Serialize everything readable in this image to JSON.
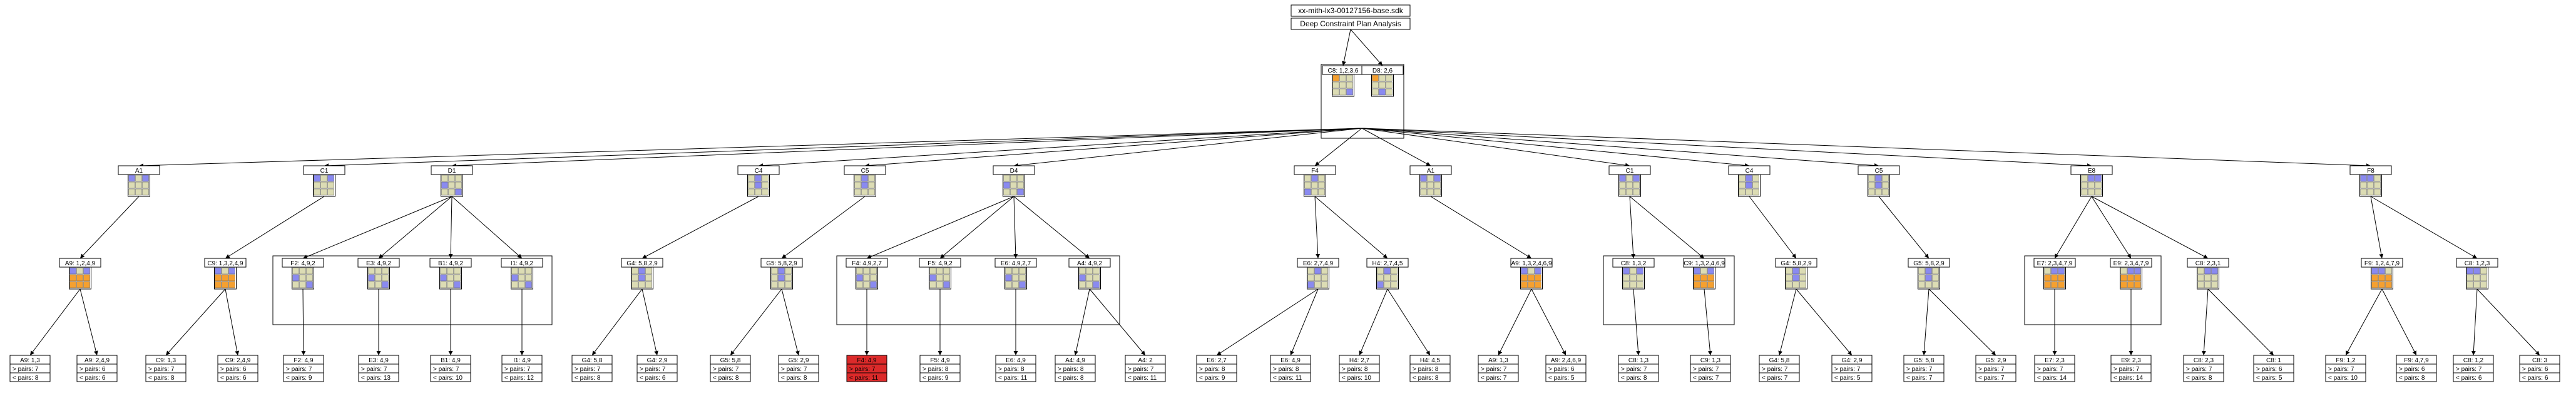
{
  "header": {
    "id": "xx-mith-lx3-00127156-base.sdk",
    "subtitle": "Deep Constraint Plan Analysis"
  },
  "colors": {
    "cell": "#dcdcb4",
    "blue": "#8a8af0",
    "orange": "#f5a030",
    "gray": "#c8c8c8",
    "red": "#dc2a2a"
  },
  "root": [
    {
      "label": "C8: 1,2,3,6",
      "grid": [
        "O..",
        "...",
        "..B"
      ]
    },
    {
      "label": "D8: 2,6",
      "grid": [
        "O..",
        "...",
        ".B."
      ]
    }
  ],
  "level1": [
    {
      "label": "A1",
      "grid": [
        "B.B",
        "...",
        "..."
      ]
    },
    {
      "label": "C1",
      "grid": [
        "B.B",
        "...",
        "..."
      ]
    },
    {
      "label": "D1",
      "grid": [
        "...",
        "B..",
        "..B"
      ]
    },
    {
      "label": "C4",
      "grid": [
        ".B.",
        ".B.",
        "..."
      ]
    },
    {
      "label": "C5",
      "grid": [
        ".B.",
        ".B.",
        "..."
      ]
    },
    {
      "label": "D4",
      "grid": [
        "...",
        "B..",
        "..B"
      ]
    },
    {
      "label": "F4",
      "grid": [
        ".B.",
        "...",
        "B.."
      ]
    },
    {
      "label": "A1",
      "grid": [
        "B.B",
        "...",
        "..."
      ]
    },
    {
      "label": "C1",
      "grid": [
        "B.B",
        "...",
        "..."
      ]
    },
    {
      "label": "C4",
      "grid": [
        ".B.",
        ".B.",
        "..."
      ]
    },
    {
      "label": "C5",
      "grid": [
        ".B.",
        ".B.",
        "..."
      ]
    },
    {
      "label": "E8",
      "grid": [
        ".BB",
        "...",
        "..."
      ]
    },
    {
      "label": "F8",
      "grid": [
        "BB.",
        "...",
        "..."
      ]
    }
  ],
  "level2": [
    {
      "label": "A9: 1,2,4,9",
      "grid": [
        "B.B",
        "OOO",
        "OOO"
      ]
    },
    {
      "label": "C9: 1,3,2,4,9",
      "grid": [
        "B.B",
        "OOO",
        "OOO"
      ]
    },
    {
      "label": "F2: 4,9,2",
      "grid": [
        "...",
        "B..",
        "..B"
      ]
    },
    {
      "label": "E3: 4,9,2",
      "grid": [
        "...",
        "B..",
        "..B"
      ]
    },
    {
      "label": "B1: 4,9,2",
      "grid": [
        "...",
        "B..",
        "..B"
      ]
    },
    {
      "label": "I1: 4,9,2",
      "grid": [
        "...",
        "B..",
        "..B"
      ]
    },
    {
      "label": "G4: 5,8,2,9",
      "grid": [
        ".B.",
        ".B.",
        "..."
      ]
    },
    {
      "label": "G5: 5,8,2,9",
      "grid": [
        ".B.",
        ".B.",
        "..."
      ]
    },
    {
      "label": "F4: 4,9,2,7",
      "grid": [
        "...",
        "B..",
        "..B"
      ]
    },
    {
      "label": "F5: 4,9,2",
      "grid": [
        "...",
        "B..",
        "..B"
      ]
    },
    {
      "label": "E6: 4,9,2,7",
      "grid": [
        "...",
        "B..",
        "..B"
      ]
    },
    {
      "label": "A4: 4,9,2",
      "grid": [
        "...",
        "B..",
        "..B"
      ]
    },
    {
      "label": "E6: 2,7,4,9",
      "grid": [
        ".B.",
        "...",
        "B.."
      ]
    },
    {
      "label": "H4: 2,7,4,5",
      "grid": [
        ".B.",
        "...",
        "B.."
      ]
    },
    {
      "label": "A9: 1,3,2,4,6,9",
      "grid": [
        "B.B",
        "OOO",
        "OOO"
      ]
    },
    {
      "label": "C8: 1,3,2",
      "grid": [
        "B.B",
        "...",
        "..."
      ]
    },
    {
      "label": "C9: 1,3,2,4,6,9",
      "grid": [
        "B.B",
        "OOO",
        "OOO"
      ]
    },
    {
      "label": "G4: 5,8,2,9",
      "grid": [
        ".B.",
        ".B.",
        "..."
      ]
    },
    {
      "label": "G5: 5,8,2,9",
      "grid": [
        ".B.",
        ".B.",
        "..."
      ]
    },
    {
      "label": "E7: 2,3,4,7,9",
      "grid": [
        ".BB",
        "OOO",
        "OOO"
      ]
    },
    {
      "label": "E9: 2,3,4,7,9",
      "grid": [
        ".BB",
        "OOO",
        "OOO"
      ]
    },
    {
      "label": "C8: 2,3,1",
      "grid": [
        ".BB",
        "...",
        "..."
      ]
    },
    {
      "label": "F9: 1,2,4,7,9",
      "grid": [
        "BB.",
        "OOO",
        "OOO"
      ]
    },
    {
      "label": "C8: 1,2,3",
      "grid": [
        "BB.",
        "...",
        "..."
      ]
    }
  ],
  "leaves": [
    {
      "label": "A9: 1,3",
      "lines": [
        "> pairs: 7",
        "< pairs: 8"
      ]
    },
    {
      "label": "A9: 2,4,9",
      "lines": [
        "> pairs: 6",
        "< pairs: 6"
      ]
    },
    {
      "label": "C9: 1,3",
      "lines": [
        "> pairs: 7",
        "< pairs: 8"
      ]
    },
    {
      "label": "C9: 2,4,9",
      "lines": [
        "> pairs: 6",
        "< pairs: 6"
      ]
    },
    {
      "label": "F2: 4,9",
      "lines": [
        "> pairs: 7",
        "< pairs: 9"
      ]
    },
    {
      "label": "E3: 4,9",
      "lines": [
        "> pairs: 7",
        "< pairs: 13"
      ]
    },
    {
      "label": "B1: 4,9",
      "lines": [
        "> pairs: 7",
        "< pairs: 10"
      ]
    },
    {
      "label": "I1: 4,9",
      "lines": [
        "> pairs: 7",
        "< pairs: 12"
      ]
    },
    {
      "label": "G4: 5,8",
      "lines": [
        "> pairs: 7",
        "< pairs: 8"
      ]
    },
    {
      "label": "G4: 2,9",
      "lines": [
        "> pairs: 7",
        "< pairs: 6"
      ]
    },
    {
      "label": "G5: 5,8",
      "lines": [
        "> pairs: 7",
        "< pairs: 8"
      ]
    },
    {
      "label": "G5: 2,9",
      "lines": [
        "> pairs: 7",
        "< pairs: 8"
      ]
    },
    {
      "label": "F4: 4,9",
      "lines": [
        "> pairs: 7",
        "< pairs: 11"
      ],
      "highlight": true
    },
    {
      "label": "F5: 4,9",
      "lines": [
        "> pairs: 8",
        "< pairs: 9"
      ]
    },
    {
      "label": "E6: 4,9",
      "lines": [
        "> pairs: 8",
        "< pairs: 11"
      ]
    },
    {
      "label": "A4: 4,9",
      "lines": [
        "> pairs: 8",
        "< pairs: 8"
      ]
    },
    {
      "label": "A4: 2",
      "lines": [
        "> pairs: 7",
        "< pairs: 11"
      ]
    },
    {
      "label": "E6: 2,7",
      "lines": [
        "> pairs: 8",
        "< pairs: 9"
      ]
    },
    {
      "label": "E6: 4,9",
      "lines": [
        "> pairs: 8",
        "< pairs: 11"
      ]
    },
    {
      "label": "H4: 2,7",
      "lines": [
        "> pairs: 8",
        "< pairs: 10"
      ]
    },
    {
      "label": "H4: 4,5",
      "lines": [
        "> pairs: 8",
        "< pairs: 8"
      ]
    },
    {
      "label": "A9: 1,3",
      "lines": [
        "> pairs: 7",
        "< pairs: 7"
      ]
    },
    {
      "label": "A9: 2,4,6,9",
      "lines": [
        "> pairs: 6",
        "< pairs: 5"
      ]
    },
    {
      "label": "C8: 1,3",
      "lines": [
        "> pairs: 7",
        "< pairs: 8"
      ]
    },
    {
      "label": "C9: 1,3",
      "lines": [
        "> pairs: 7",
        "< pairs: 7"
      ]
    },
    {
      "label": "G4: 5,8",
      "lines": [
        "> pairs: 7",
        "< pairs: 7"
      ]
    },
    {
      "label": "G4: 2,9",
      "lines": [
        "> pairs: 7",
        "< pairs: 5"
      ]
    },
    {
      "label": "G5: 5,8",
      "lines": [
        "> pairs: 7",
        "< pairs: 7"
      ]
    },
    {
      "label": "G5: 2,9",
      "lines": [
        "> pairs: 7",
        "< pairs: 7"
      ]
    },
    {
      "label": "E7: 2,3",
      "lines": [
        "> pairs: 7",
        "< pairs: 14"
      ]
    },
    {
      "label": "E9: 2,3",
      "lines": [
        "> pairs: 7",
        "< pairs: 14"
      ]
    },
    {
      "label": "C8: 2,3",
      "lines": [
        "> pairs: 7",
        "< pairs: 8"
      ]
    },
    {
      "label": "C8: 1",
      "lines": [
        "> pairs: 6",
        "< pairs: 5"
      ]
    },
    {
      "label": "F9: 1,2",
      "lines": [
        "> pairs: 7",
        "< pairs: 10"
      ]
    },
    {
      "label": "F9: 4,7,9",
      "lines": [
        "> pairs: 6",
        "< pairs: 8"
      ]
    },
    {
      "label": "C8: 1,2",
      "lines": [
        "> pairs: 7",
        "< pairs: 6"
      ]
    },
    {
      "label": "C8: 3",
      "lines": [
        "> pairs: 6",
        "< pairs: 6"
      ]
    }
  ]
}
